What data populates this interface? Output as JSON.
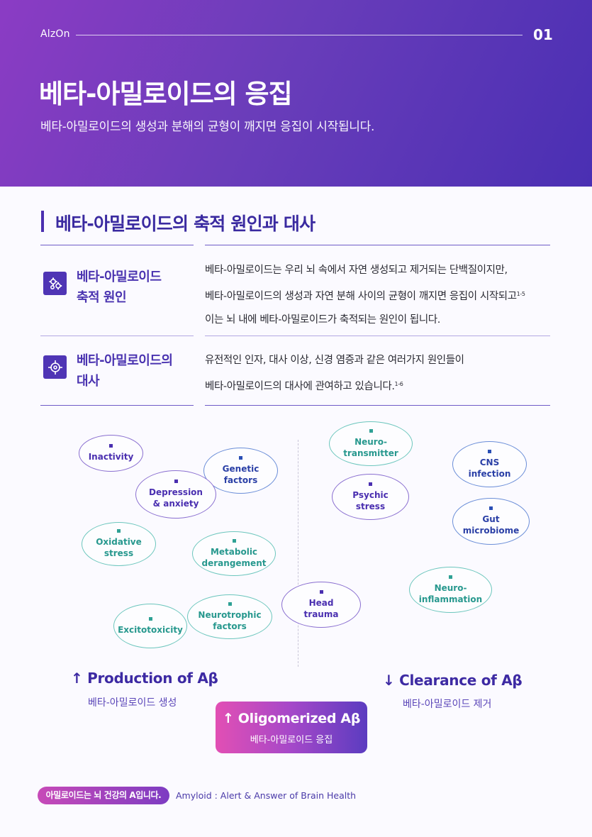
{
  "header": {
    "brand": "AlzOn",
    "page_number": "01",
    "title": "베타-아밀로이드의 응집",
    "subtitle": "베타-아밀로이드의 생성과 분해의 균형이 깨지면 응집이 시작됩니다."
  },
  "section": {
    "title": "베타-아밀로이드의 축적 원인과 대사",
    "rows": [
      {
        "icon": "gears-icon",
        "label_line1": "베타-아밀로이드",
        "label_line2": "축적 원인",
        "text_line1": "베타-아밀로이드는 우리 뇌 속에서 자연 생성되고 제거되는 단백질이지만,",
        "text_line2": "베타-아밀로이드의 생성과 자연 분해 사이의 균형이 깨지면 응집이 시작되고",
        "text_line2_ref": "1-5",
        "text_line3": "이는 뇌 내에 베타-아밀로이드가 축적되는 원인이 됩니다."
      },
      {
        "icon": "crosshair-icon",
        "label_line1": "베타-아밀로이드의",
        "label_line2": "대사",
        "text_line1": "유전적인 인자, 대사 이상, 신경 염증과 같은 여러가지 원인들이",
        "text_line2": "베타-아밀로이드의 대사에 관여하고 있습니다.",
        "text_line2_ref": "1-6"
      }
    ]
  },
  "diagram": {
    "factors": {
      "inactivity": "Inactivity",
      "genetic": [
        "Genetic",
        "factors"
      ],
      "depression": [
        "Depression",
        "& anxiety"
      ],
      "oxidative": [
        "Oxidative",
        "stress"
      ],
      "metabolic": [
        "Metabolic",
        "derangement"
      ],
      "excitotoxicity": "Excitotoxicity",
      "neurotrophic": [
        "Neurotrophic",
        "factors"
      ],
      "head_trauma": [
        "Head",
        "trauma"
      ],
      "neurotransmitter": [
        "Neuro-",
        "transmitter"
      ],
      "psychic": [
        "Psychic",
        "stress"
      ],
      "cns": [
        "CNS",
        "infection"
      ],
      "gut": [
        "Gut",
        "microbiome"
      ],
      "neuroinflammation": [
        "Neuro-",
        "inflammation"
      ]
    },
    "production": {
      "title": "↑ Production of Aβ",
      "subtitle": "베타-아밀로이드 생성"
    },
    "clearance": {
      "title": "↓ Clearance of Aβ",
      "subtitle": "베타-아밀로이드 제거"
    },
    "oligomerized": {
      "title": "↑ Oligomerized Aβ",
      "subtitle": "베타-아밀로이드 응집"
    }
  },
  "footer": {
    "pill": "아밀로이드는 뇌 건강의 A입니다.",
    "text": "Amyloid : Alert & Answer of Brain Health"
  },
  "colors": {
    "header_start": "#8b3cc4",
    "header_end": "#4a2fb3",
    "accent_purple": "#4a2fb0",
    "accent_teal": "#27988e",
    "accent_blue": "#2a3fa6",
    "pink": "#e24fb4"
  }
}
